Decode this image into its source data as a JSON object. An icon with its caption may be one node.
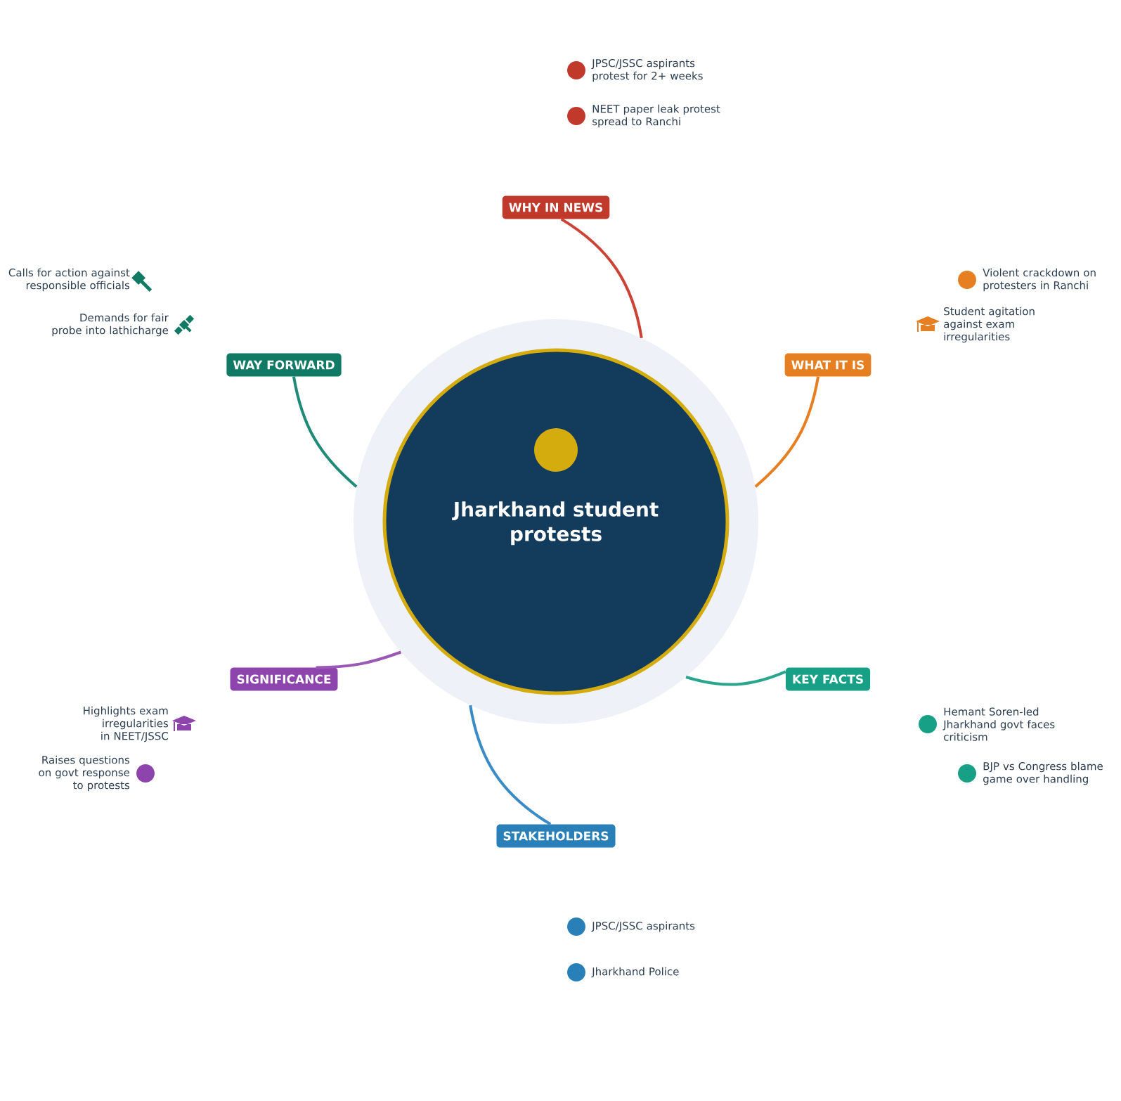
{
  "diagram": {
    "nodes": [
      {
        "text": [
          "Jharkhand student protests"
        ]
      },
      {
        "text": [
          "WHY IN NEWS"
        ]
      },
      {
        "text": [
          "WHAT IT IS"
        ]
      },
      {
        "text": [
          "KEY FACTS"
        ]
      },
      {
        "text": [
          "STAKEHOLDERS"
        ]
      },
      {
        "text": [
          "SIGNIFICANCE"
        ]
      },
      {
        "text": [
          "WAY FORWARD"
        ]
      }
    ],
    "edges": [
      {
        "from": 0,
        "to": 1,
        "arrow": "none",
        "color": "#cb4335"
      },
      {
        "from": 0,
        "to": 2,
        "arrow": "none",
        "color": "#e67e22"
      },
      {
        "from": 0,
        "to": 3,
        "arrow": "none",
        "color": "#2aa58e"
      },
      {
        "from": 0,
        "to": 4,
        "arrow": "none",
        "color": "#3a8bc6"
      },
      {
        "from": 0,
        "to": 5,
        "arrow": "none",
        "color": "#9b59b6"
      },
      {
        "from": 0,
        "to": 6,
        "arrow": "none",
        "color": "#1e8a77"
      }
    ],
    "labels": [
      "JPSC/JSSC aspirants protest for 2+ weeks",
      "NEET paper leak protest spread to Ranchi",
      "Violent crackdown on protesters in Ranchi",
      "Student agitation against exam irregularities",
      "Hemant Soren-led Jharkhand govt faces criticism",
      "BJP vs Congress blame game over handling",
      "JPSC/JSSC aspirants",
      "Jharkhand Police",
      "Highlights exam irregularities in NEET/JSSC",
      "Raises questions on govt response to protests",
      "Calls for action against responsible officials",
      "Demands for fair probe into lathicharge"
    ]
  }
}
